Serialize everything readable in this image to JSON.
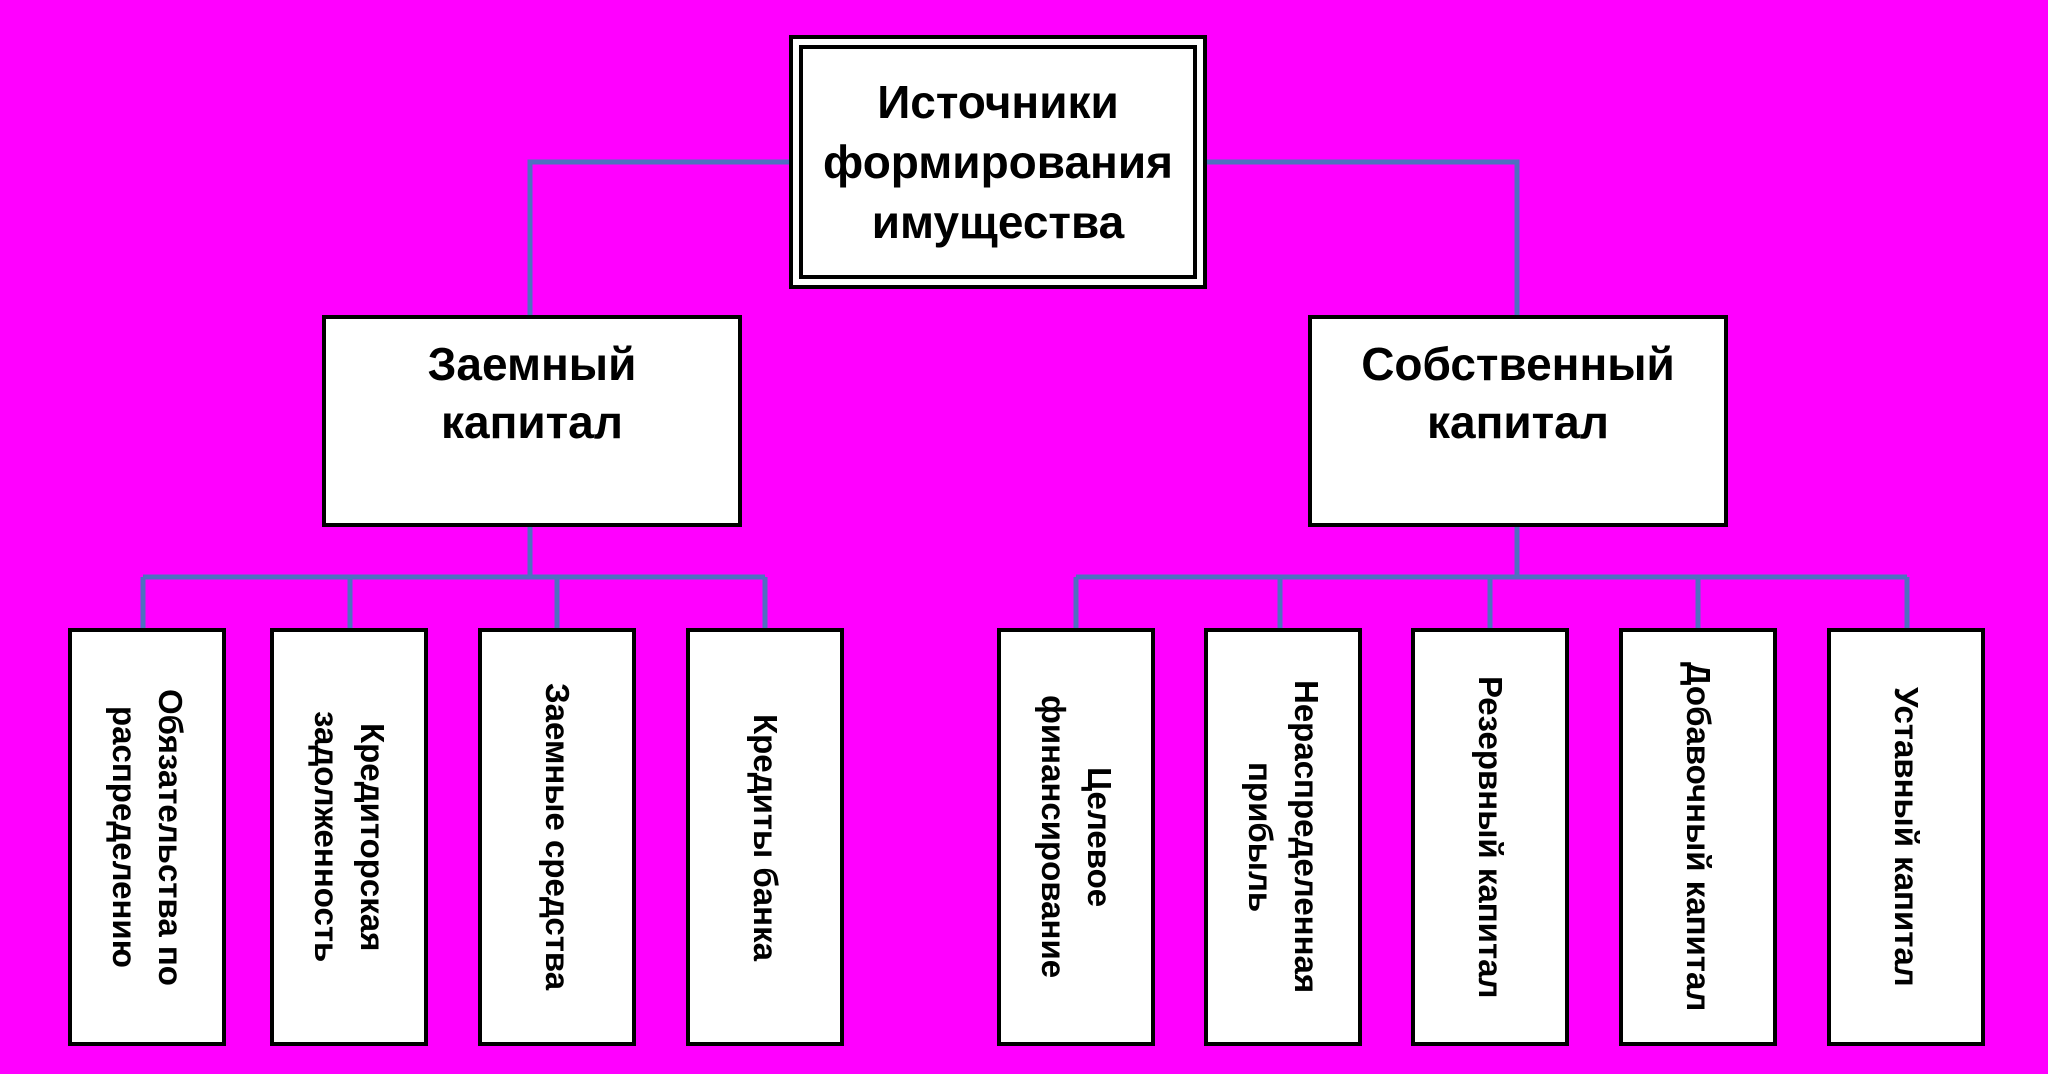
{
  "root": {
    "label": "Источники формирования имущества"
  },
  "branches": [
    {
      "label": "Заемный капитал",
      "children": [
        "Обязательства по распределению",
        "Кредиторская задолженность",
        "Заемные средства",
        "Кредиты банка"
      ]
    },
    {
      "label": "Собственный капитал",
      "children": [
        "Целевое финансирование",
        "Нераспределенная прибыль",
        "Резервный капитал",
        "Добавочный капитал",
        "Уставный капитал"
      ]
    }
  ],
  "colors": {
    "background": "#ff00ff",
    "connector": "#4f6fc0",
    "box_fill": "#ffffff",
    "box_border": "#000000"
  }
}
